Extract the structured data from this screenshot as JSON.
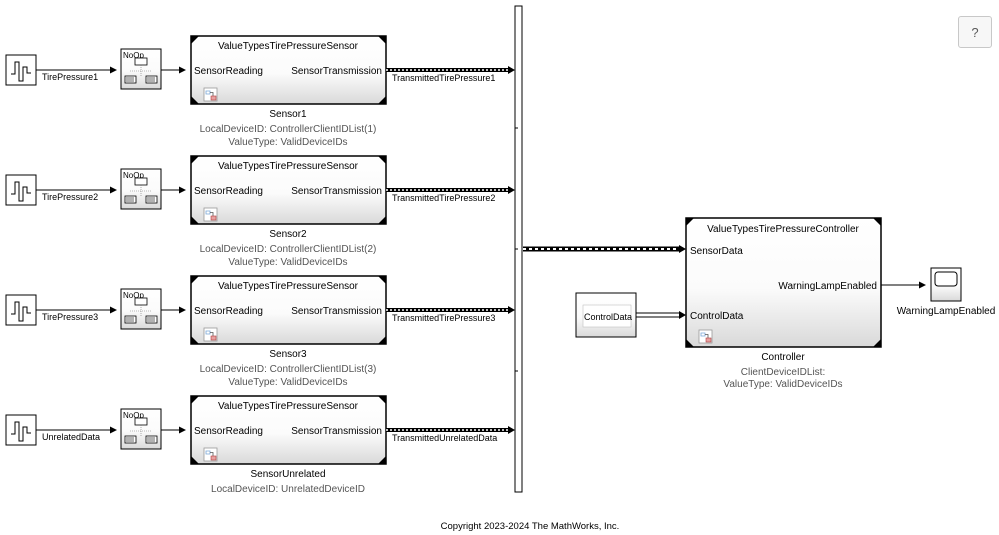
{
  "help_button": {
    "label": "?"
  },
  "sensor_rows": [
    {
      "source_label": "TirePressure1",
      "noop_label": "NoOp",
      "block_title": "ValueTypesTirePressureSensor",
      "in_port": "SensorReading",
      "out_port": "SensorTransmission",
      "name": "Sensor1",
      "param_1": "LocalDeviceID: ControllerClientIDList(1)",
      "param_2": "ValueType: ValidDeviceIDs",
      "signal_label": "TransmittedTirePressure1"
    },
    {
      "source_label": "TirePressure2",
      "noop_label": "NoOp",
      "block_title": "ValueTypesTirePressureSensor",
      "in_port": "SensorReading",
      "out_port": "SensorTransmission",
      "name": "Sensor2",
      "param_1": "LocalDeviceID: ControllerClientIDList(2)",
      "param_2": "ValueType: ValidDeviceIDs",
      "signal_label": "TransmittedTirePressure2"
    },
    {
      "source_label": "TirePressure3",
      "noop_label": "NoOp",
      "block_title": "ValueTypesTirePressureSensor",
      "in_port": "SensorReading",
      "out_port": "SensorTransmission",
      "name": "Sensor3",
      "param_1": "LocalDeviceID: ControllerClientIDList(3)",
      "param_2": "ValueType: ValidDeviceIDs",
      "signal_label": "TransmittedTirePressure3"
    },
    {
      "source_label": "UnrelatedData",
      "noop_label": "NoOp",
      "block_title": "ValueTypesTirePressureSensor",
      "in_port": "SensorReading",
      "out_port": "SensorTransmission",
      "name": "SensorUnrelated",
      "param_1": "LocalDeviceID: UnrelatedDeviceID",
      "param_2": "",
      "signal_label": "TransmittedUnrelatedData"
    }
  ],
  "control_data_block": {
    "label": "ControlData"
  },
  "controller": {
    "block_title": "ValueTypesTirePressureController",
    "port_sensor_data": "SensorData",
    "port_control_data": "ControlData",
    "port_warning": "WarningLampEnabled",
    "name": "Controller",
    "param_1": "ClientDeviceIDList:",
    "param_2": "ValueType: ValidDeviceIDs"
  },
  "scope": {
    "label": "WarningLampEnabled"
  },
  "copyright": "Copyright 2023-2024 The MathWorks, Inc."
}
